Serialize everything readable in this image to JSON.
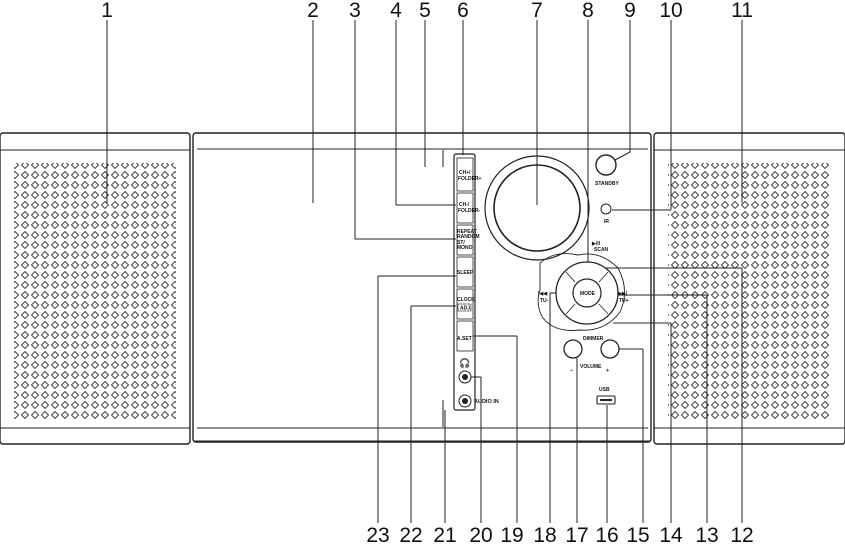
{
  "callout_numbers": [
    "1",
    "2",
    "3",
    "4",
    "5",
    "6",
    "7",
    "8",
    "9",
    "10",
    "11",
    "23",
    "22",
    "21",
    "20",
    "19",
    "18",
    "17",
    "16",
    "15",
    "14",
    "13",
    "12"
  ],
  "button_labels": {
    "ch_up": "CH+/",
    "ch_up_sub": "FOLDER+",
    "ch_down": "CH-/",
    "ch_down_sub": "FOLDER-",
    "repeat": "REPEAT",
    "random": "RANDOM",
    "st": "ST/",
    "mono": "MONO",
    "sleep": "SLEEP",
    "clock": "CLOCK",
    "adj": "ADJ.",
    "alarm": "A.SET",
    "audio_in": "AUDIO IN",
    "standby": "STANDBY",
    "ir": "IR",
    "play_scan": "▶/II",
    "scan": "SCAN",
    "mode": "MODE",
    "prev": "|◀◀",
    "tu_minus": "TU-",
    "next": "▶▶|",
    "tu_plus": "TU+",
    "dimmer": "DIMMER",
    "volume": "VOLUME",
    "vol_minus": "−",
    "vol_plus": "+",
    "usb": "USB"
  }
}
